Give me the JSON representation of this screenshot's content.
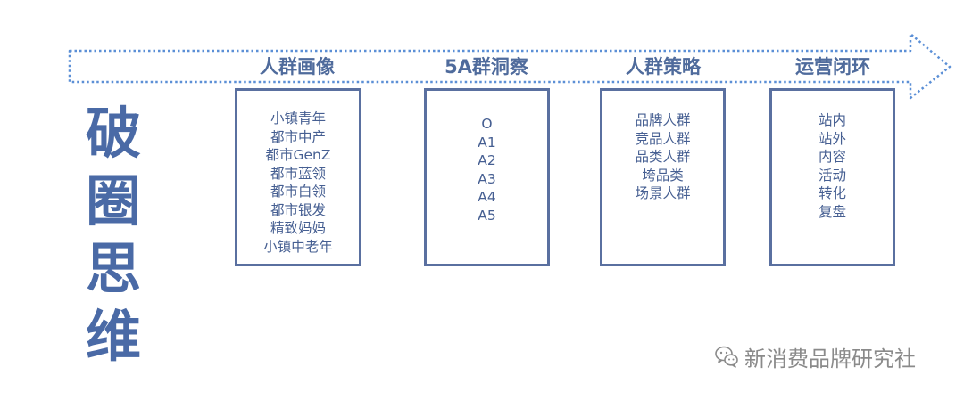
{
  "main_title": [
    "破圈",
    "思维"
  ],
  "stages": [
    {
      "title": "人群画像",
      "items": [
        "小镇青年",
        "都市中产",
        "都市GenZ",
        "都市蓝领",
        "都市白领",
        "都市银发",
        "精致妈妈",
        "小镇中老年"
      ]
    },
    {
      "title": "5A群洞察",
      "items": [
        "O",
        "A1",
        "A2",
        "A3",
        "A4",
        "A5"
      ]
    },
    {
      "title": "人群策略",
      "items": [
        "品牌人群",
        "竞品人群",
        "品类人群",
        "垮品类",
        "场景人群"
      ]
    },
    {
      "title": "运营闭环",
      "items": [
        "站内",
        "站外",
        "内容",
        "活动",
        "转化",
        "复盘"
      ]
    }
  ],
  "watermark": {
    "text": "新消费品牌研究社",
    "icon": "wechat-icon"
  },
  "colors": {
    "accent": "#4a6aa6",
    "box_border": "#5a70a0",
    "arrow": "#5b8fd6"
  }
}
